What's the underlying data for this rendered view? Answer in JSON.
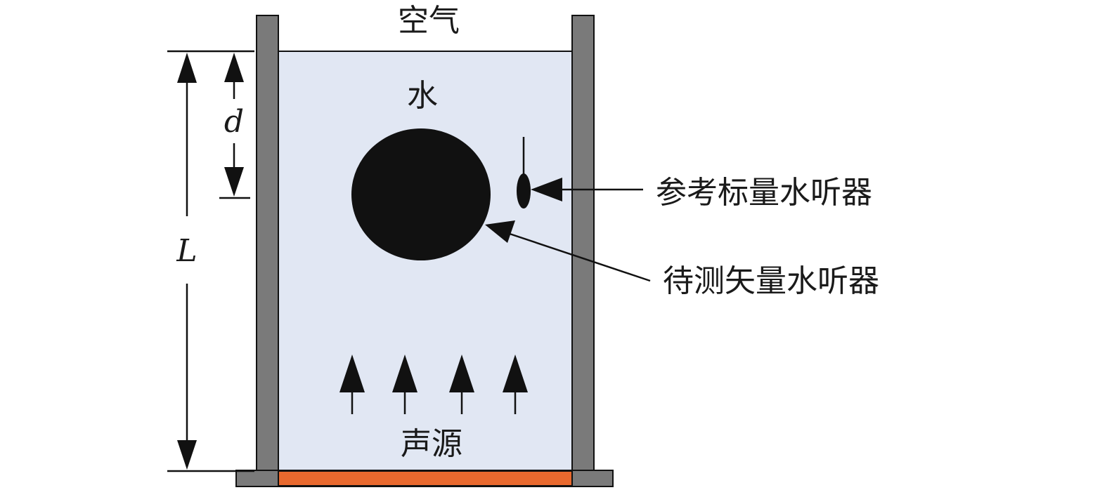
{
  "labels": {
    "air": "空气",
    "water": "水",
    "sound_source": "声源",
    "reference_hydrophone": "参考标量水听器",
    "test_hydrophone": "待测矢量水听器",
    "depth_symbol": "d",
    "length_symbol": "L"
  },
  "colors": {
    "wall": "#7a7a7a",
    "water": "#e1e7f3",
    "source_plate": "#e8692e",
    "object": "#1a1a1a",
    "line": "#111111"
  }
}
